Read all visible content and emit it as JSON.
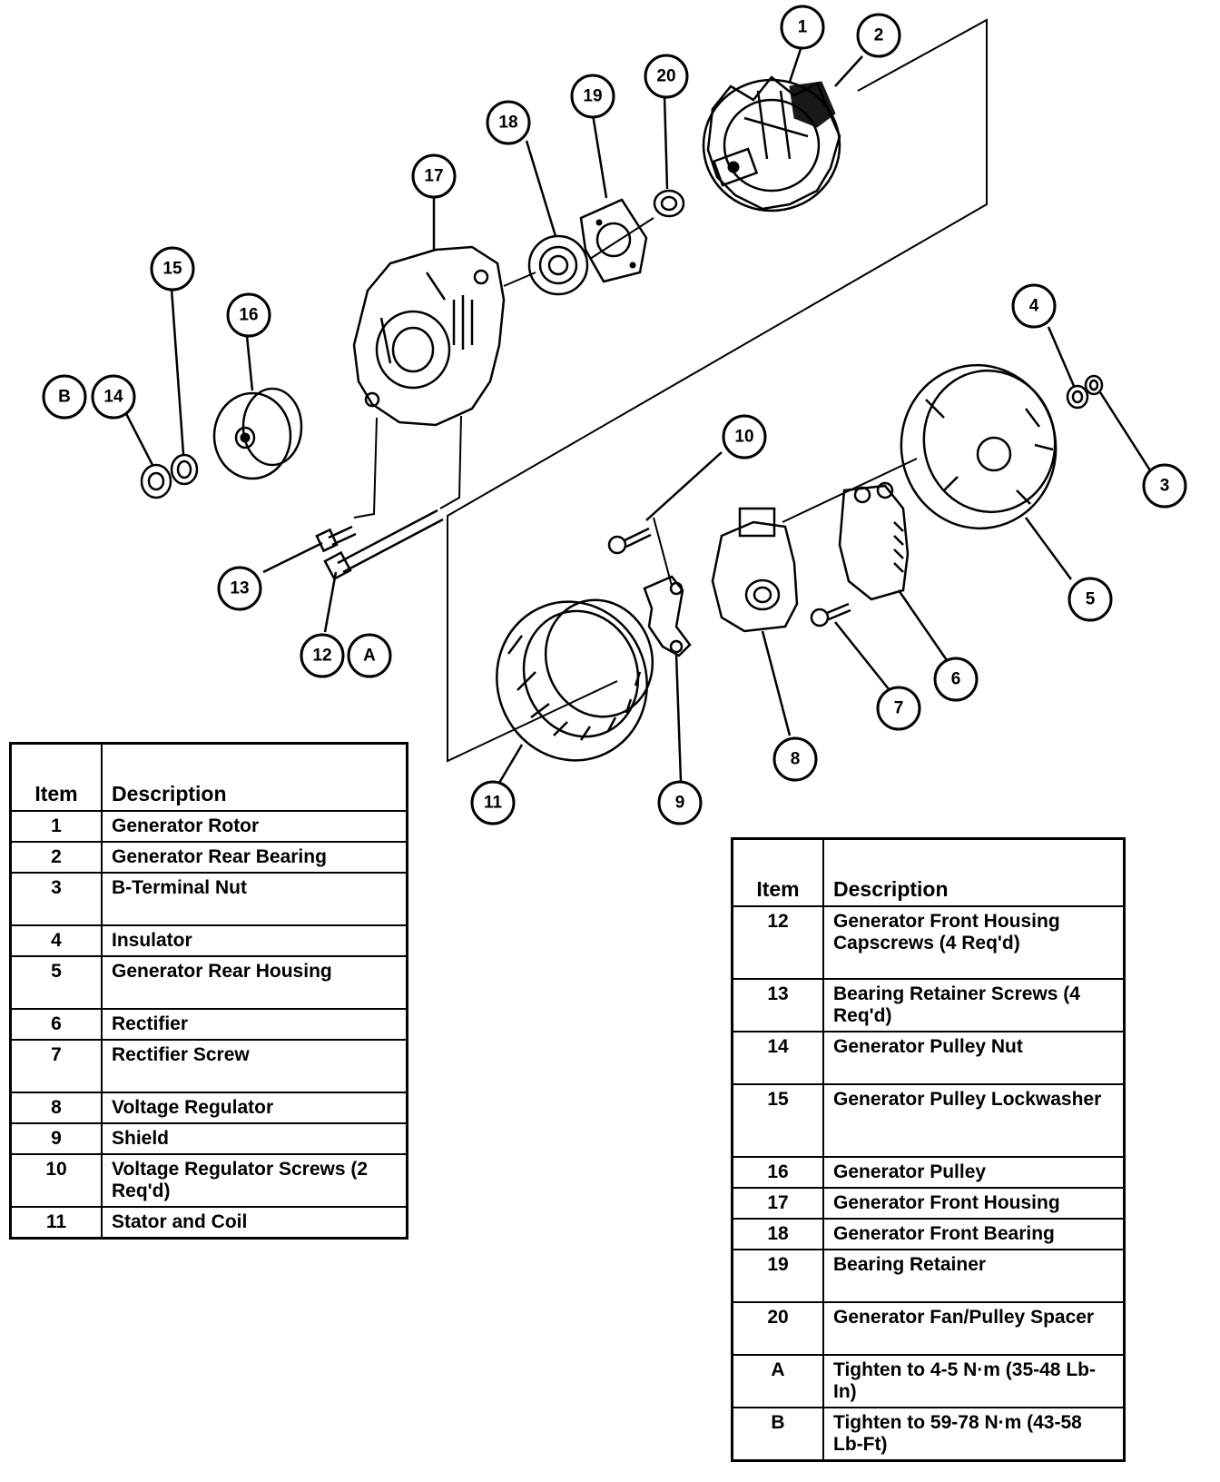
{
  "callouts": [
    "1",
    "2",
    "3",
    "4",
    "5",
    "6",
    "7",
    "8",
    "9",
    "10",
    "11",
    "12",
    "13",
    "14",
    "15",
    "16",
    "17",
    "18",
    "19",
    "20",
    "A",
    "B"
  ],
  "legend_left": {
    "header_item": "Item",
    "header_description": "Description",
    "rows": [
      {
        "item": "1",
        "description": "Generator Rotor"
      },
      {
        "item": "2",
        "description": "Generator Rear Bearing"
      },
      {
        "item": "3",
        "description": "B-Terminal Nut"
      },
      {
        "item": "4",
        "description": "Insulator"
      },
      {
        "item": "5",
        "description": "Generator Rear Housing"
      },
      {
        "item": "6",
        "description": "Rectifier"
      },
      {
        "item": "7",
        "description": "Rectifier Screw"
      },
      {
        "item": "8",
        "description": "Voltage Regulator"
      },
      {
        "item": "9",
        "description": "Shield"
      },
      {
        "item": "10",
        "description": "Voltage Regulator Screws (2 Req'd)"
      },
      {
        "item": "11",
        "description": "Stator and Coil"
      }
    ]
  },
  "legend_right": {
    "header_item": "Item",
    "header_description": "Description",
    "rows": [
      {
        "item": "12",
        "description": "Generator Front Housing Capscrews (4 Req'd)"
      },
      {
        "item": "13",
        "description": "Bearing Retainer Screws (4 Req'd)"
      },
      {
        "item": "14",
        "description": "Generator Pulley Nut"
      },
      {
        "item": "15",
        "description": "Generator Pulley Lockwasher"
      },
      {
        "item": "16",
        "description": "Generator Pulley"
      },
      {
        "item": "17",
        "description": "Generator Front Housing"
      },
      {
        "item": "18",
        "description": "Generator Front Bearing"
      },
      {
        "item": "19",
        "description": "Bearing Retainer"
      },
      {
        "item": "20",
        "description": "Generator Fan/Pulley Spacer"
      },
      {
        "item": "A",
        "description": "Tighten to 4-5 N·m (35-48 Lb-In)"
      },
      {
        "item": "B",
        "description": "Tighten to 59-78 N·m (43-58 Lb-Ft)"
      }
    ]
  }
}
